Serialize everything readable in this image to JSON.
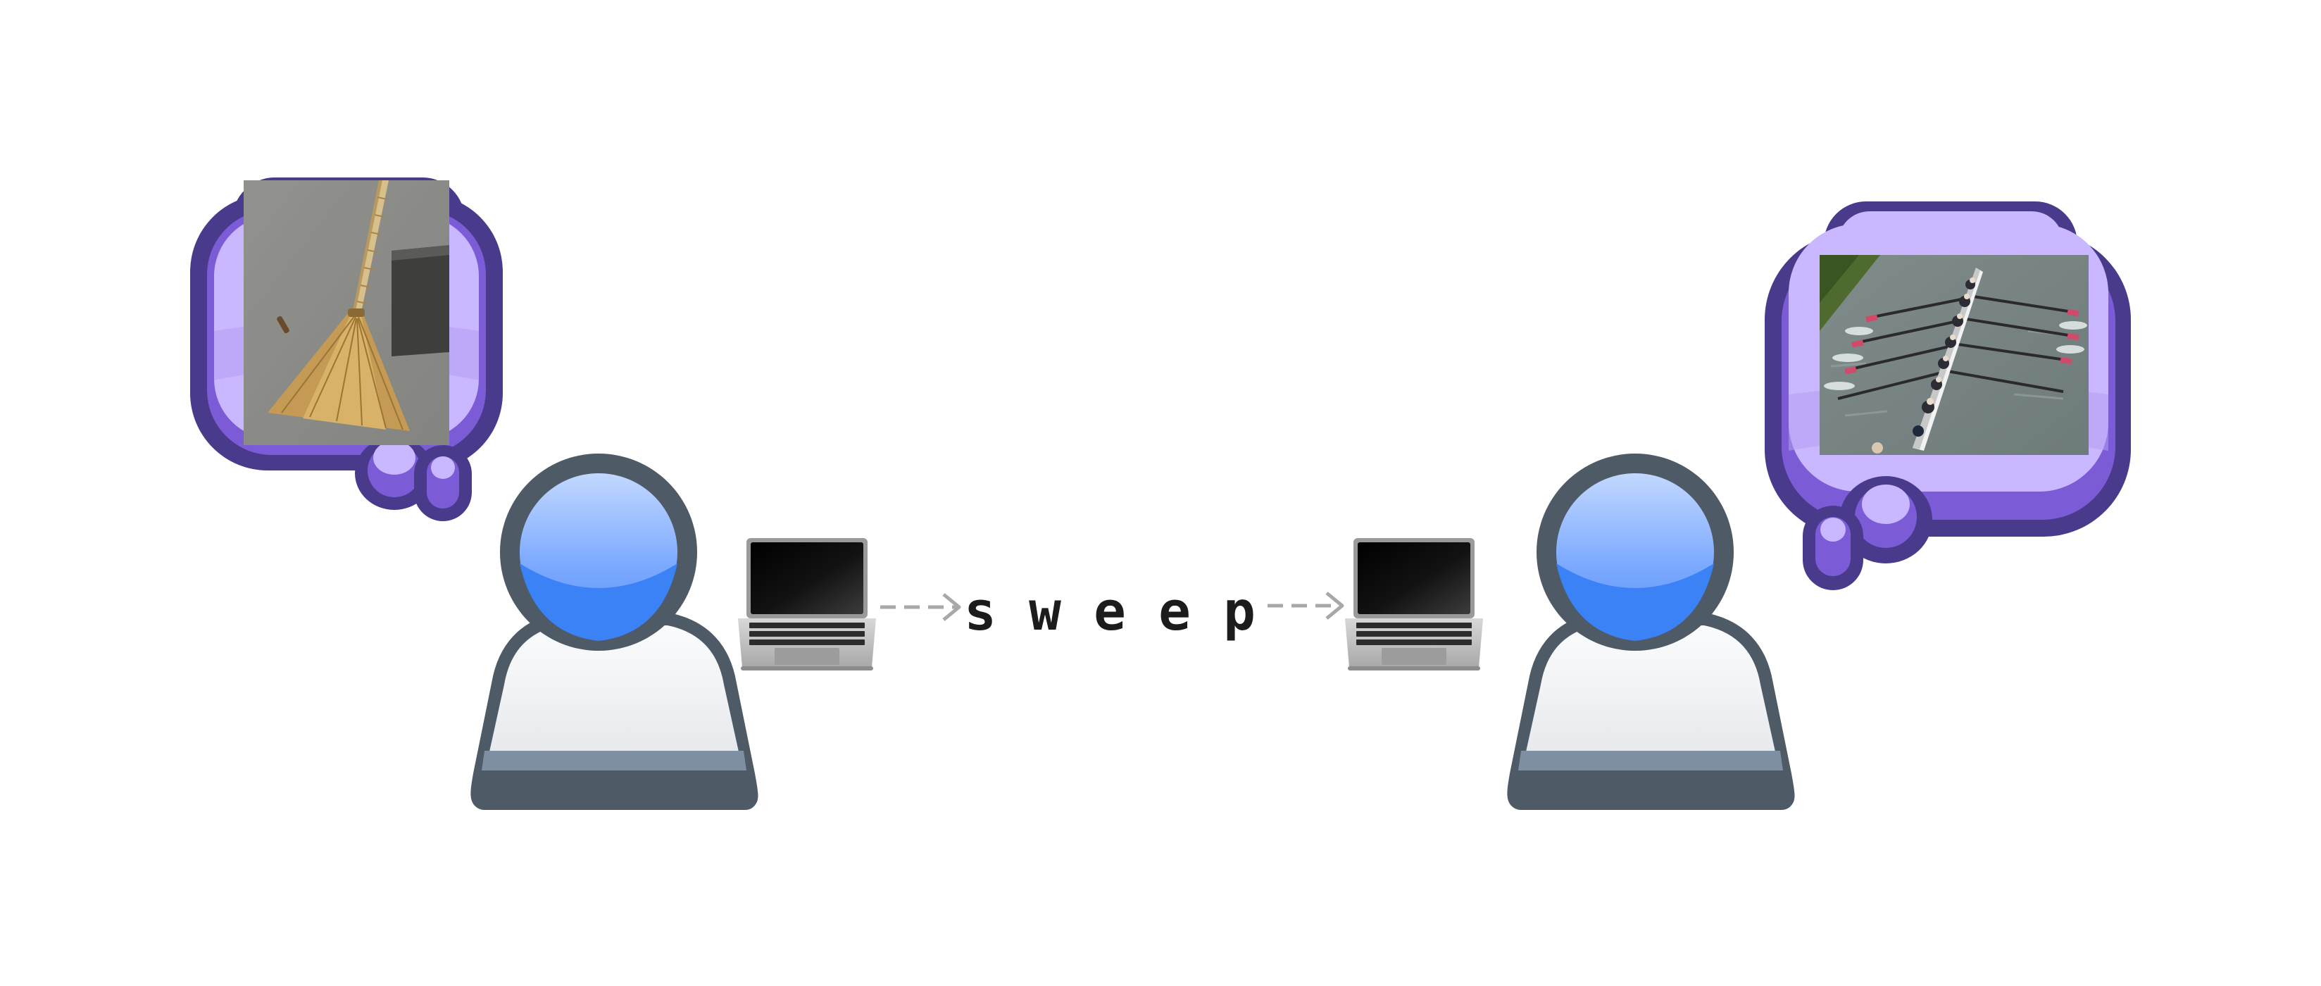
{
  "message": {
    "letters": [
      "s",
      "w",
      "e",
      "e",
      "p"
    ]
  },
  "participants": [
    {
      "role": "sender",
      "thought": "broom-picture"
    },
    {
      "role": "receiver",
      "thought": "rowing-boat-picture"
    }
  ],
  "colors": {
    "person_outline": "#4e5a66",
    "person_head_top": "#bcd4ff",
    "person_head_bottom": "#3b82f6",
    "person_body": "#eef0f3",
    "person_body_base": "#7d8fa1",
    "cloud_outer": "#4a3a8c",
    "cloud_mid": "#7c5cd6",
    "cloud_inner": "#c9b8ff",
    "arrow": "#a8a8a8",
    "text": "#1c1c1c"
  },
  "icons": [
    "person-icon",
    "laptop-icon",
    "thought-cloud-icon",
    "dashed-arrow-icon"
  ]
}
